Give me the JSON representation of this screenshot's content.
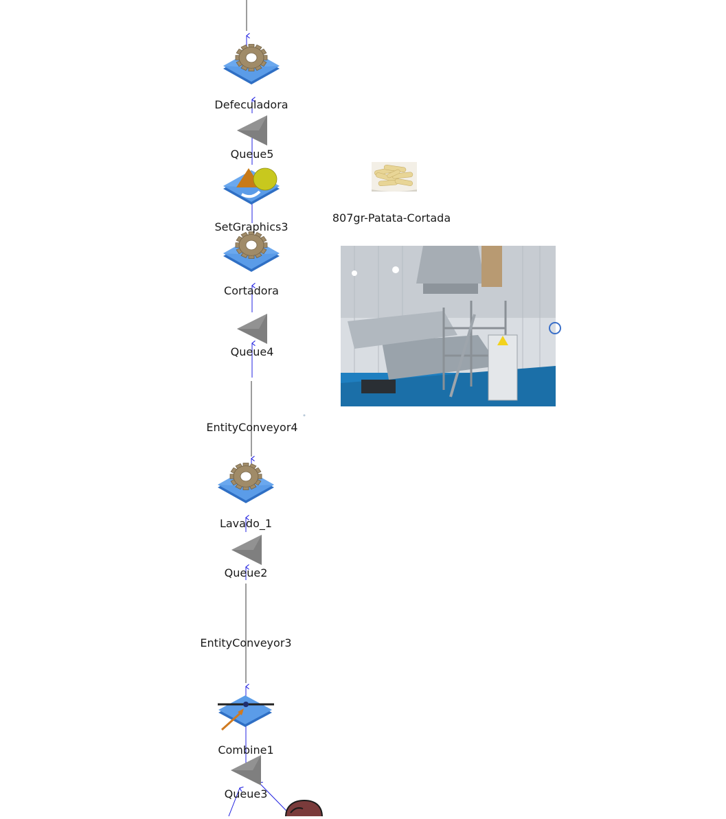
{
  "diagram": {
    "labels": {
      "defeculadora": "Defeculadora",
      "queue5": "Queue5",
      "setgraphics3": "SetGraphics3",
      "cortadora": "Cortadora",
      "queue4": "Queue4",
      "entityconveyor4": "EntityConveyor4",
      "lavado1": "Lavado_1",
      "queue2": "Queue2",
      "entityconveyor3": "EntityConveyor3",
      "combine1": "Combine1",
      "queue3": "Queue3",
      "product": "807gr-Patata-Cortada"
    },
    "icons": {
      "server": "gear-server-icon",
      "queue": "queue-triangle-icon",
      "setgraphics": "shapes-icon",
      "combine": "combine-icon",
      "entity": "entity-blob-icon"
    },
    "colors": {
      "base_blue": "#4d90e0",
      "gear": "#a08b68",
      "queue_gray": "#808080",
      "link_blue": "#2020e0",
      "conveyor_gray": "#7a7a7a",
      "triangle_orange": "#c87a18",
      "circle_yellow": "#c8c81e"
    }
  }
}
